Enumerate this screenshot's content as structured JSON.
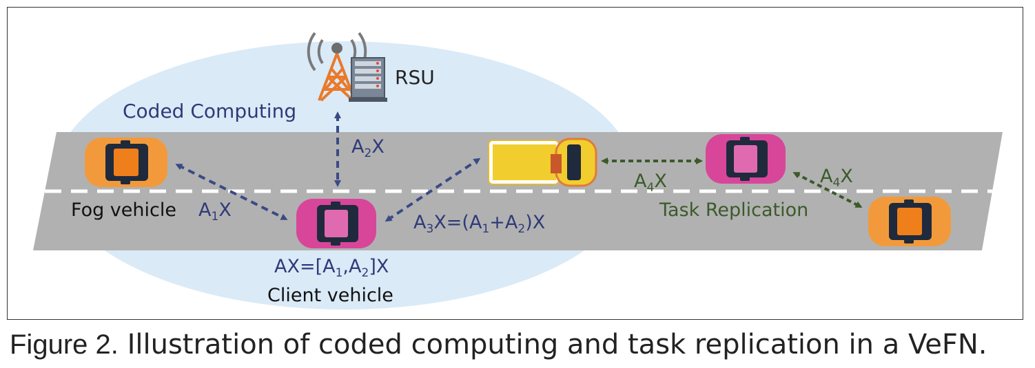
{
  "colors": {
    "road": "#b1b1b1",
    "cloud": "#daeaf7",
    "coded_arrow": "#3a4a85",
    "replication_arrow": "#3b5a2a",
    "coded_text": "#2f3a78",
    "replication_text": "#3b5a2a",
    "orange_car": "#f29a3b",
    "pink_car": "#d8469a",
    "yellow_truck": "#f1cd2e",
    "tower": "#e97a2a"
  },
  "labels": {
    "rsu": "RSU",
    "coded_computing": "Coded Computing",
    "fog_vehicle": "Fog vehicle",
    "client_vehicle": "Client vehicle",
    "task_replication": "Task Replication"
  },
  "math": {
    "a1x": {
      "base": "A",
      "sub": "1",
      "rest": "X"
    },
    "a2x": {
      "base": "A",
      "sub": "2",
      "rest": "X"
    },
    "a4x_left": {
      "base": "A",
      "sub": "4",
      "rest": "X"
    },
    "a4x_right": {
      "base": "A",
      "sub": "4",
      "rest": "X"
    },
    "a3x": {
      "p1": "A",
      "s1": "3",
      "p2": "X=(A",
      "s2": "1",
      "p3": "+A",
      "s3": "2",
      "p4": ")X"
    },
    "ax": {
      "p1": "AX=[A",
      "s1": "1",
      "p2": ",A",
      "s2": "2",
      "p3": "]X"
    }
  },
  "caption": {
    "label": "Figure 2.",
    "text": " Illustration of coded computing and task replication in a VeFN."
  }
}
